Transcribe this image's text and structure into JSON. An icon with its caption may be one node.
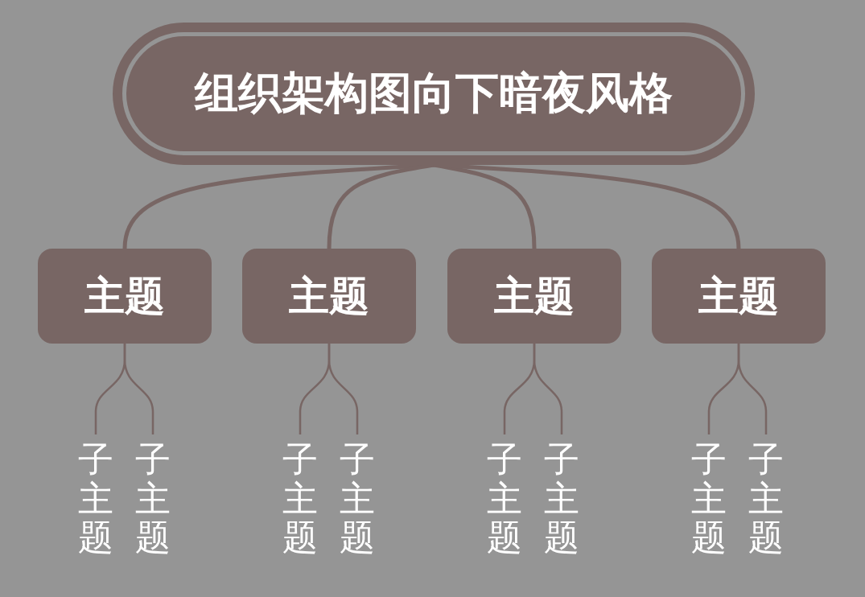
{
  "diagram": {
    "nodes": [
      {
        "text": [
          "组织架构图向下暗夜风格"
        ]
      },
      {
        "text": [
          "主题"
        ]
      },
      {
        "text": [
          "主题"
        ]
      },
      {
        "text": [
          "主题"
        ]
      },
      {
        "text": [
          "主题"
        ]
      },
      {
        "text": [
          "子主题"
        ]
      },
      {
        "text": [
          "子主题"
        ]
      },
      {
        "text": [
          "子主题"
        ]
      },
      {
        "text": [
          "子主题"
        ]
      },
      {
        "text": [
          "子主题"
        ]
      },
      {
        "text": [
          "子主题"
        ]
      },
      {
        "text": [
          "子主题"
        ]
      },
      {
        "text": [
          "子主题"
        ]
      }
    ],
    "edges": [
      {
        "from": 0,
        "to": 1,
        "arrow": "none",
        "style": "thick"
      },
      {
        "from": 0,
        "to": 2,
        "arrow": "none",
        "style": "thick"
      },
      {
        "from": 0,
        "to": 3,
        "arrow": "none",
        "style": "thick"
      },
      {
        "from": 0,
        "to": 4,
        "arrow": "none",
        "style": "thick"
      },
      {
        "from": 1,
        "to": 5,
        "arrow": "none"
      },
      {
        "from": 1,
        "to": 6,
        "arrow": "none"
      },
      {
        "from": 2,
        "to": 7,
        "arrow": "none"
      },
      {
        "from": 2,
        "to": 8,
        "arrow": "none"
      },
      {
        "from": 3,
        "to": 9,
        "arrow": "none"
      },
      {
        "from": 3,
        "to": 10,
        "arrow": "none"
      },
      {
        "from": 4,
        "to": 11,
        "arrow": "none"
      },
      {
        "from": 4,
        "to": 12,
        "arrow": "none"
      }
    ]
  }
}
